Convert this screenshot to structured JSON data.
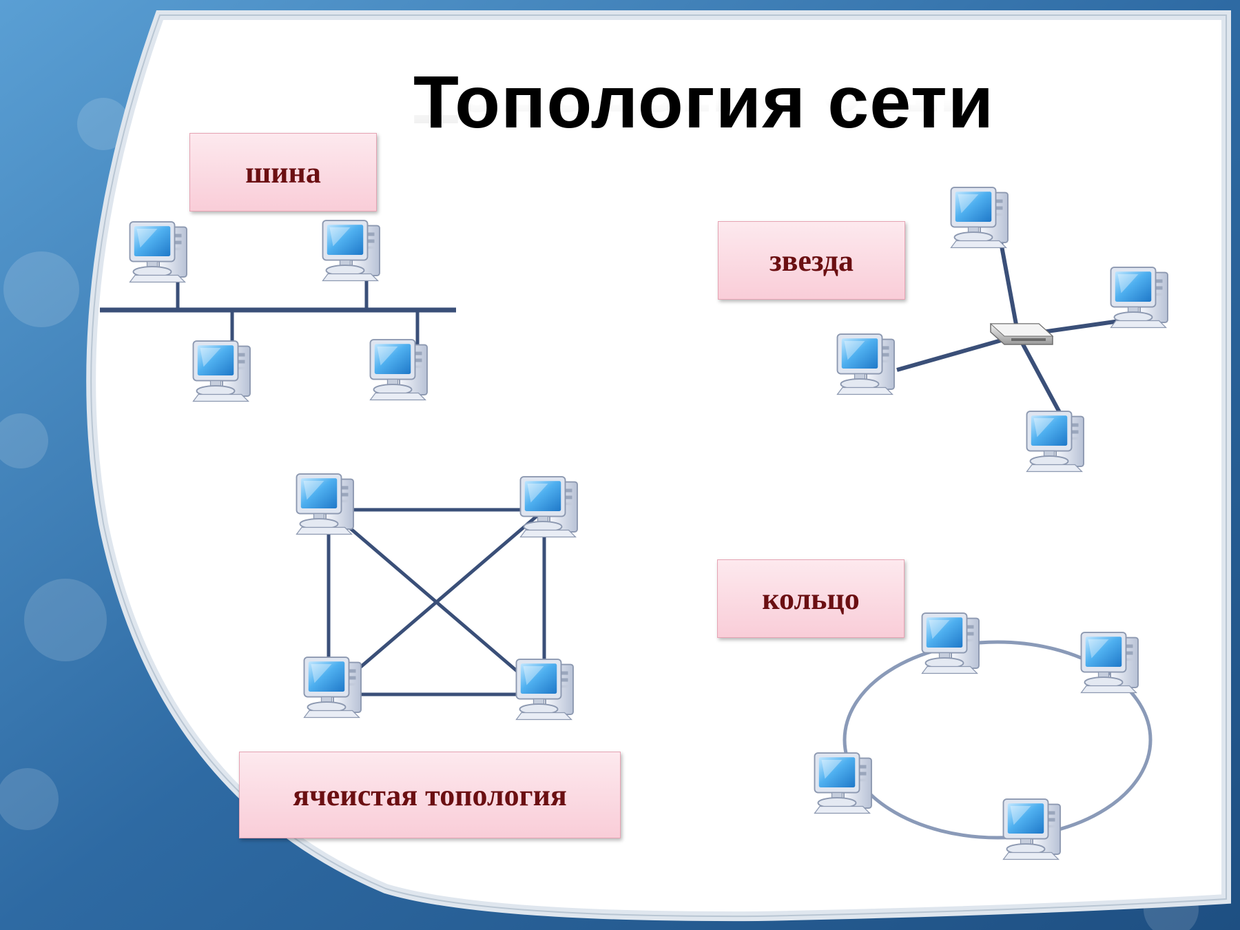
{
  "title": "Топология сети",
  "labels": {
    "bus": "шина",
    "star": "звезда",
    "mesh": "ячеистая топология",
    "ring": "кольцо"
  },
  "icons": {
    "computer": "computer-icon",
    "hub": "network-hub-icon"
  },
  "colors": {
    "background": "#2f6ea6",
    "slide": "#ffffff",
    "label_text": "#6b0f12",
    "label_fill": "#f9cdd8",
    "wire": "#3a4f78",
    "ring": "#8a9ab8",
    "screen": "#4fb0f0"
  }
}
